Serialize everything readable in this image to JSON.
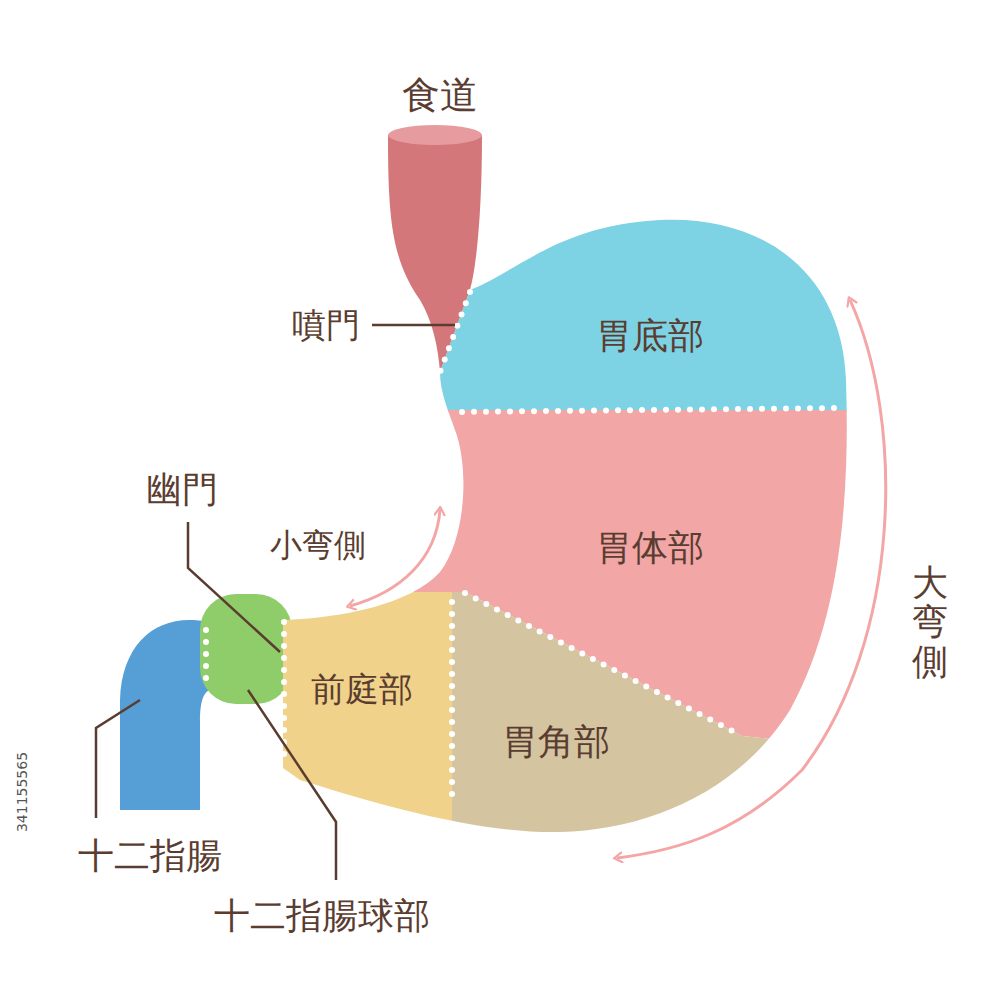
{
  "diagram": {
    "nodes": [
      {
        "text": [
          "胃底部"
        ]
      },
      {
        "text": [
          "胃体部"
        ]
      },
      {
        "text": [
          "前庭部"
        ]
      },
      {
        "text": [
          "胃角部"
        ]
      }
    ],
    "labels": [
      "食道",
      "噴門",
      "幽門",
      "小弯側",
      "大弯側",
      "十二指腸",
      "十二指腸球部",
      "341155565"
    ]
  }
}
